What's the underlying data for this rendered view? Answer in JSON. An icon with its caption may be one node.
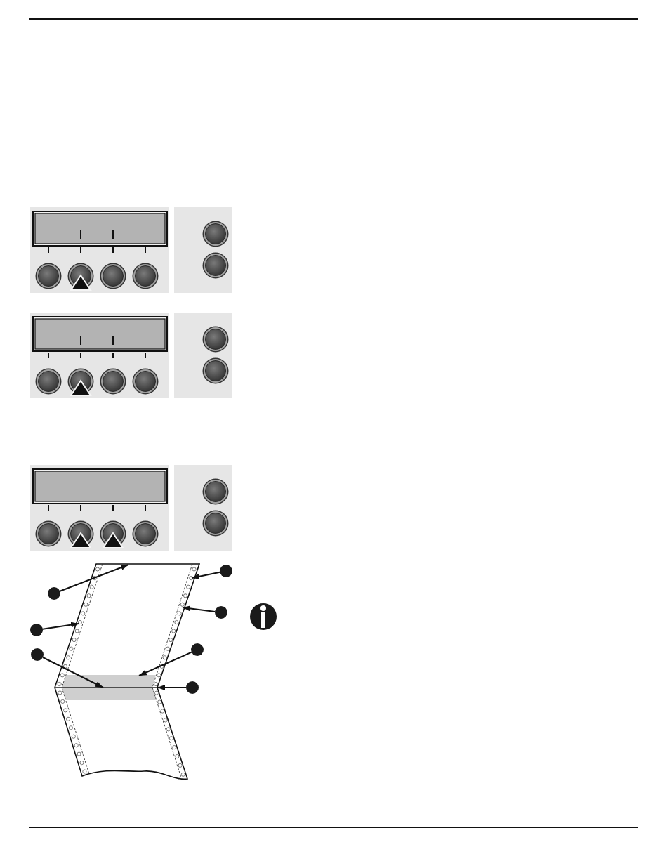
{
  "diagram": {
    "nodes": [
      {
        "text": [],
        "shape": "sheet"
      },
      {
        "text": [],
        "shape": "strip",
        "in": 0
      },
      {
        "text": [],
        "shape": "strip",
        "in": 0
      },
      {
        "text": [],
        "shape": "circle"
      },
      {
        "text": [],
        "shape": "circle"
      },
      {
        "text": [],
        "shape": "circle"
      },
      {
        "text": [],
        "shape": "circle"
      },
      {
        "text": [],
        "shape": "circle"
      },
      {
        "text": [],
        "shape": "circle"
      },
      {
        "text": [],
        "shape": "bar",
        "in": 0
      },
      {
        "text": [],
        "shape": "circle"
      },
      {
        "text": [],
        "shape": "line",
        "in": 9
      },
      {
        "text": [],
        "shape": "strip",
        "in": 0
      },
      {
        "text": [],
        "shape": "strip",
        "in": 0
      }
    ],
    "edges": [
      {
        "from": 3,
        "to": 2,
        "arrow": "to"
      },
      {
        "from": 4,
        "to": 0,
        "arrow": "to"
      },
      {
        "from": 5,
        "to": 2,
        "arrow": "to"
      },
      {
        "from": 6,
        "to": 1,
        "arrow": "to"
      },
      {
        "from": 7,
        "to": 9,
        "arrow": "to"
      },
      {
        "from": 8,
        "to": 11,
        "arrow": "to"
      },
      {
        "from": 10,
        "to": 11,
        "arrow": "to"
      }
    ]
  }
}
